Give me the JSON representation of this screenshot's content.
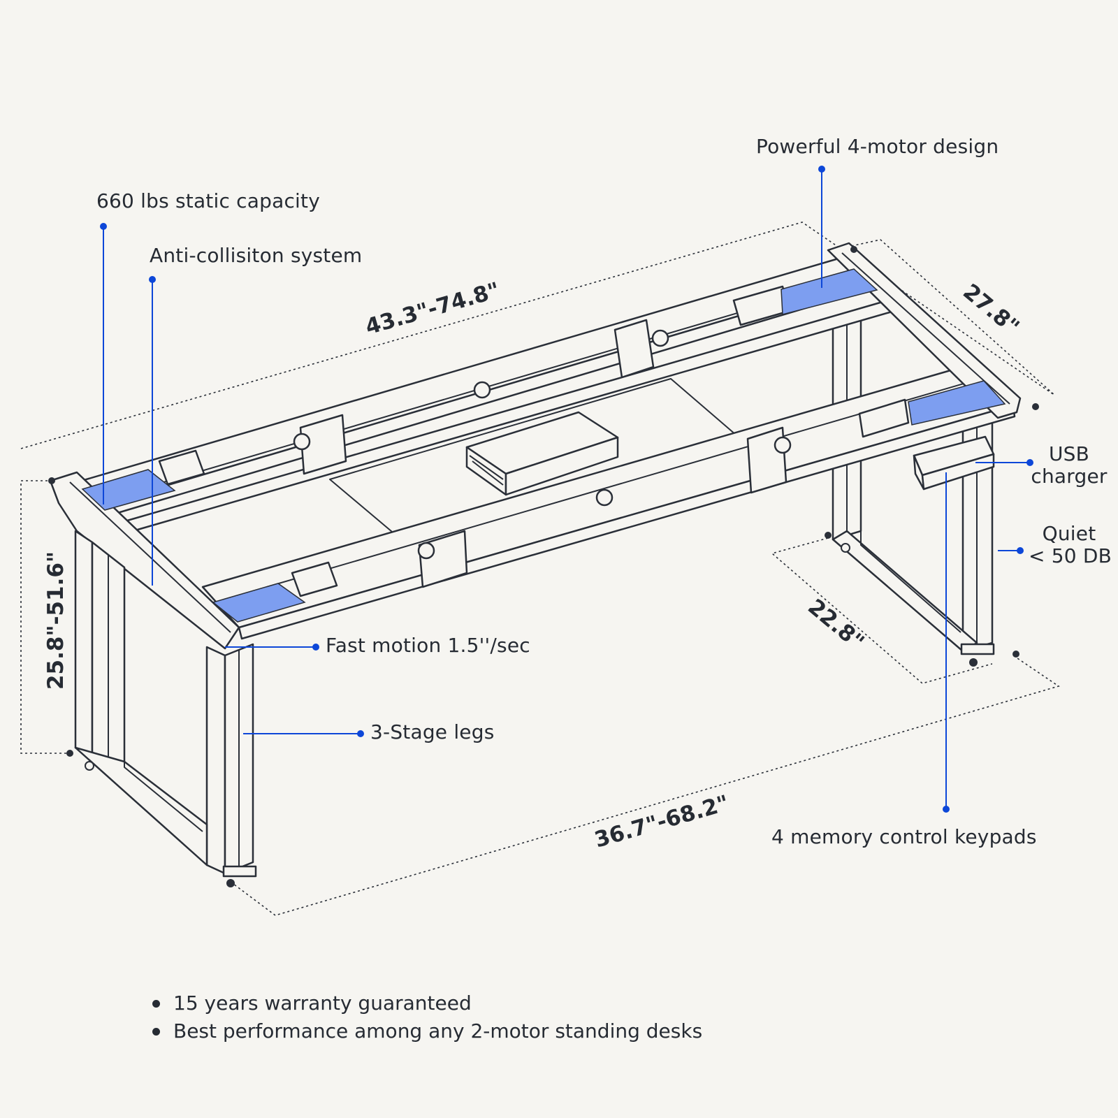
{
  "colors": {
    "background": "#f6f5f1",
    "line": "#2a2f38",
    "accent": "#0d47d8",
    "motor_fill": "#7d9ef0"
  },
  "callouts": {
    "static_capacity": "660 lbs static capacity",
    "anti_collision": "Anti-collisiton system",
    "motor_design": "Powerful 4-motor design",
    "usb_line1": "USB",
    "usb_line2": "charger",
    "quiet_line1": "Quiet",
    "quiet_line2": "< 50 DB",
    "fast_motion": "Fast motion 1.5''/sec",
    "stage_legs": "3-Stage legs",
    "keypads": "4 memory control keypads"
  },
  "dimensions": {
    "frame_length": "43.3\"-74.8\"",
    "frame_depth": "27.8\"",
    "height_range": "25.8\"-51.6\"",
    "foot_depth": "22.8\"",
    "base_length": "36.7\"-68.2\""
  },
  "bullets": [
    "15 years warranty guaranteed",
    "Best performance among any 2-motor standing desks"
  ]
}
